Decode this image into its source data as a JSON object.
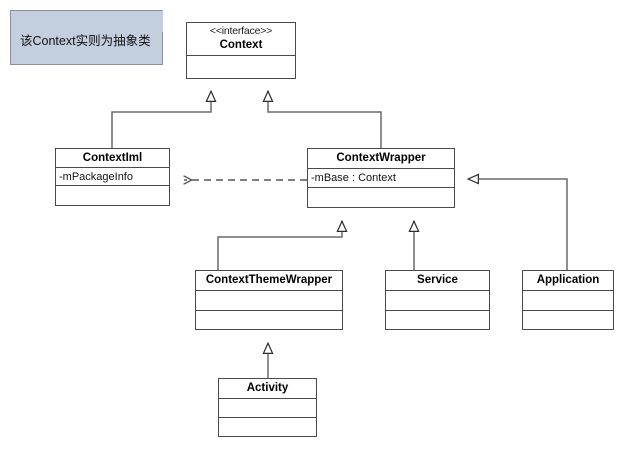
{
  "diagram": {
    "title": "Android Context class hierarchy UML diagram",
    "type": "uml-class-diagram",
    "background_color": "#ffffff",
    "line_color": "#4a4a4a",
    "note_fill_color": "#c3cede",
    "note_border_color": "#8a8f99"
  },
  "note": {
    "text": "该Context实则为抽象类"
  },
  "classes": {
    "context": {
      "stereotype": "<<interface>>",
      "name": "Context",
      "attributes": [],
      "empty_compartments": 1
    },
    "context_iml": {
      "name": "ContextIml",
      "attributes": [
        "-mPackageInfo"
      ],
      "empty_compartments": 1
    },
    "context_wrapper": {
      "name": "ContextWrapper",
      "attributes": [
        "-mBase : Context"
      ],
      "empty_compartments": 1
    },
    "context_theme_wrapper": {
      "name": "ContextThemeWrapper",
      "attributes": [],
      "empty_compartments": 2
    },
    "service": {
      "name": "Service",
      "attributes": [],
      "empty_compartments": 2
    },
    "application": {
      "name": "Application",
      "attributes": [],
      "empty_compartments": 2
    },
    "activity": {
      "name": "Activity",
      "attributes": [],
      "empty_compartments": 2
    }
  },
  "relationships": [
    {
      "from": "ContextIml",
      "to": "Context",
      "kind": "generalization"
    },
    {
      "from": "ContextWrapper",
      "to": "Context",
      "kind": "generalization"
    },
    {
      "from": "ContextWrapper",
      "to": "ContextIml",
      "kind": "dependency"
    },
    {
      "from": "ContextThemeWrapper",
      "to": "ContextWrapper",
      "kind": "generalization"
    },
    {
      "from": "Service",
      "to": "ContextWrapper",
      "kind": "generalization"
    },
    {
      "from": "Application",
      "to": "ContextWrapper",
      "kind": "generalization"
    },
    {
      "from": "Activity",
      "to": "ContextThemeWrapper",
      "kind": "generalization"
    }
  ]
}
